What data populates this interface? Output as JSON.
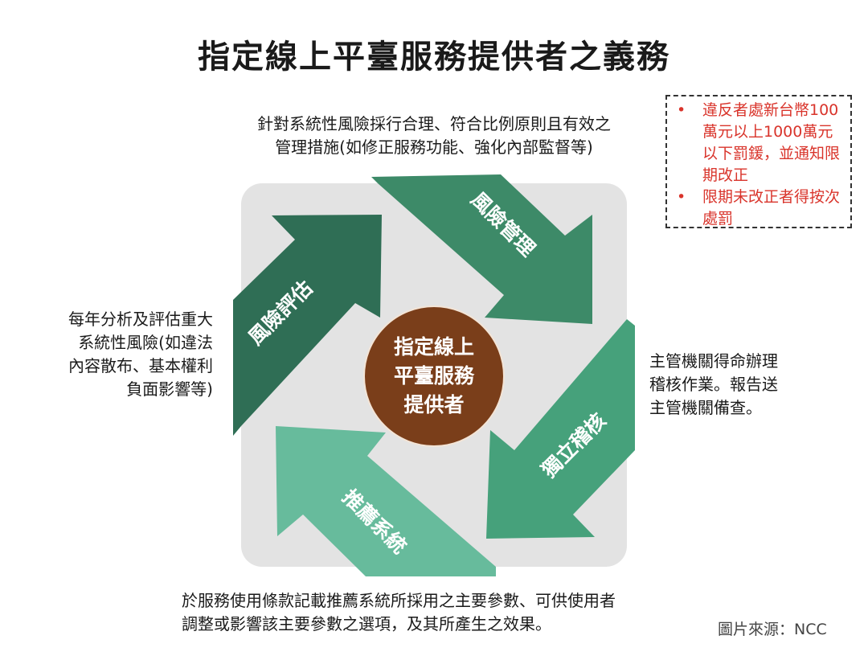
{
  "title": "指定線上平臺服務提供者之義務",
  "center_label": [
    "指定線上",
    "平臺服務",
    "提供者"
  ],
  "arrows": [
    {
      "label": "風險評估",
      "color": "#2f6e55"
    },
    {
      "label": "風險管理",
      "color": "#3d8a68"
    },
    {
      "label": "獨立稽核",
      "color": "#46a17b"
    },
    {
      "label": "推薦系統",
      "color": "#67bb9c"
    }
  ],
  "descriptions": {
    "top": [
      "針對系統性風險採行合理、符合比例原則且有效之",
      "管理措施(如修正服務功能、強化內部監督等)"
    ],
    "left": [
      "每年分析及評估重大",
      "系統性風險(如違法",
      "內容散布、基本權利",
      "負面影響等)"
    ],
    "right": [
      "主管機關得命辦理",
      "稽核作業。報告送",
      "主管機關備查。"
    ],
    "bottom": [
      "於服務使用條款記載推薦系統所採用之主要參數、可供使用者",
      "調整或影響該主要參數之選項，及其所產生之效果。"
    ]
  },
  "penalty": {
    "items": [
      "違反者處新台幣100萬元以上1000萬元以下罰鍰，並通知限期改正",
      "限期未改正者得按次處罰"
    ],
    "color": "#d9342b"
  },
  "source": "圖片來源：NCC"
}
